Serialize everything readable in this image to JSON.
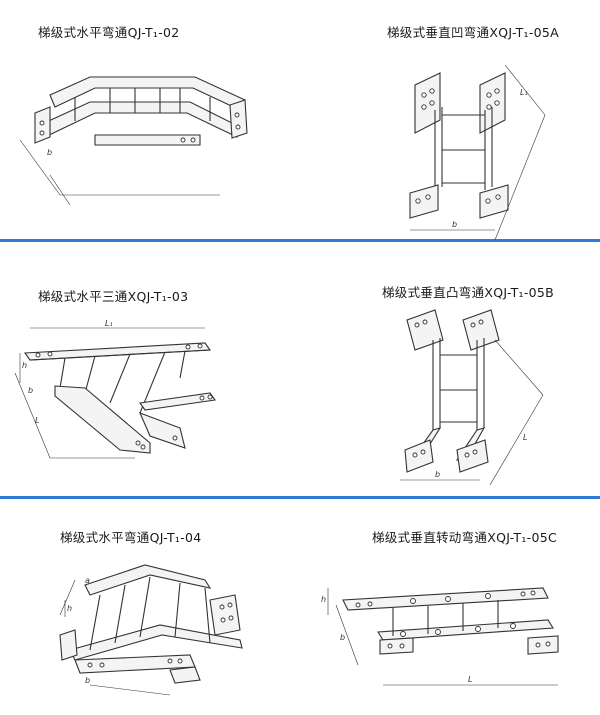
{
  "colors": {
    "divider": "#2e7bd6",
    "line": "#333333",
    "background": "#ffffff"
  },
  "items": [
    {
      "title": "梯级式水平弯通QJ-T₁-02",
      "dims": [
        "b"
      ]
    },
    {
      "title": "梯级式垂直凹弯通XQJ-T₁-05A",
      "dims": [
        "L₁",
        "b"
      ]
    },
    {
      "title": "梯级式水平三通XQJ-T₁-03",
      "dims": [
        "L₁",
        "h",
        "b",
        "L"
      ]
    },
    {
      "title": "梯级式垂直凸弯通XQJ-T₁-05B",
      "dims": [
        "b",
        "L"
      ]
    },
    {
      "title": "梯级式水平弯通QJ-T₁-04",
      "dims": [
        "a",
        "h",
        "b"
      ]
    },
    {
      "title": "梯级式垂直转动弯通XQJ-T₁-05C",
      "dims": [
        "h",
        "b",
        "L"
      ]
    }
  ]
}
